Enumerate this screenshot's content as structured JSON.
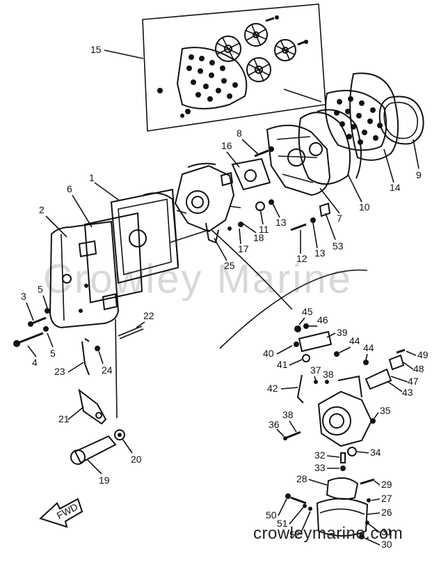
{
  "watermark": "Crowley Marine",
  "website": "crowleymarine.com",
  "fwd_label": "FWD",
  "callouts": [
    "1",
    "2",
    "3",
    "4",
    "5",
    "5",
    "6",
    "7",
    "8",
    "9",
    "10",
    "11",
    "12",
    "13",
    "13",
    "14",
    "15",
    "16",
    "17",
    "18",
    "19",
    "20",
    "21",
    "22",
    "23",
    "24",
    "25",
    "26",
    "27",
    "28",
    "29",
    "30",
    "31",
    "32",
    "33",
    "34",
    "35",
    "36",
    "37",
    "38",
    "38",
    "39",
    "40",
    "41",
    "42",
    "43",
    "44",
    "44",
    "45",
    "46",
    "47",
    "48",
    "49",
    "50",
    "51",
    "52",
    "53"
  ]
}
